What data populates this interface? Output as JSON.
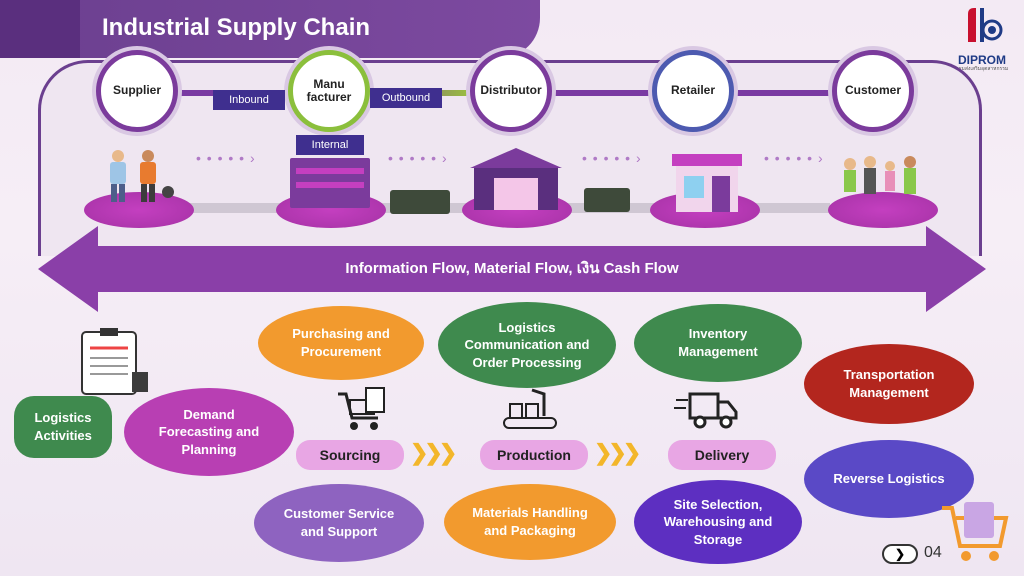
{
  "header": {
    "title": "Industrial Supply Chain"
  },
  "logo": {
    "name": "DIPROM",
    "sub": "กรมส่งเสริมอุตสาหกรรม"
  },
  "chain": {
    "nodes": [
      {
        "label": "Supplier"
      },
      {
        "label": "Manu facturer"
      },
      {
        "label": "Distributor"
      },
      {
        "label": "Retailer"
      },
      {
        "label": "Customer"
      }
    ],
    "tags": {
      "inbound": "Inbound",
      "outbound": "Outbound",
      "internal": "Internal"
    }
  },
  "flow": {
    "label": "Information Flow, Material Flow, เงิน Cash Flow"
  },
  "activities": {
    "logistics": "Logistics Activities",
    "demand": "Demand Forecasting and Planning",
    "purchasing": "Purchasing and Procurement",
    "communication": "Logistics Communication and Order Processing",
    "inventory": "Inventory Management",
    "transportation": "Transportation Management",
    "reverse": "Reverse Logistics",
    "customer_service": "Customer Service and Support",
    "materials": "Materials Handling and Packaging",
    "site": "Site Selection, Warehousing and Storage"
  },
  "stages": {
    "sourcing": "Sourcing",
    "production": "Production",
    "delivery": "Delivery"
  },
  "nav": {
    "page": "04"
  },
  "colors": {
    "title_bar": "#7d4aa0",
    "orange": "#f29a2e",
    "green": "#3f8a4e",
    "magenta": "#b83fb3",
    "purple": "#8e63c0",
    "red": "#b3261e",
    "blue": "#5a49c6",
    "violet": "#5d2fc1"
  }
}
